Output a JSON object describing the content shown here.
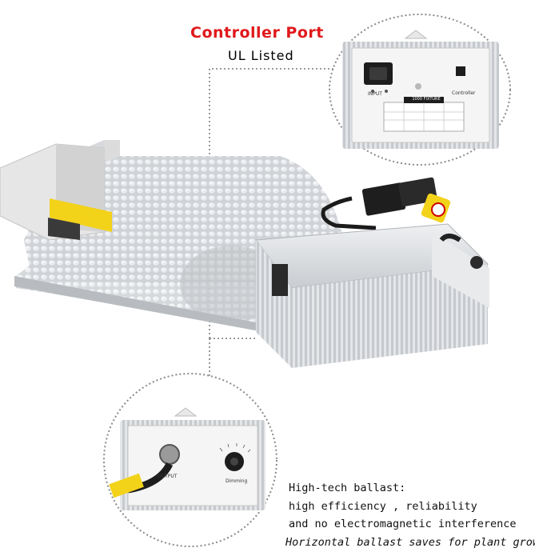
{
  "header": {
    "title": "Controller Port",
    "subtitle": "UL Listed"
  },
  "top_panel": {
    "input_label": "INPUT",
    "controller_label": "Controller",
    "fixture_label": "1000 FIXTURE"
  },
  "bottom_panel": {
    "output_label": "OUTPUT",
    "dimming_label": "Dimming"
  },
  "features": {
    "heading": "High-tech ballast:",
    "line1": "high efficiency , reliability",
    "line2": "and no electromagnetic interference",
    "line3": "Horizontal ballast saves for plant growth"
  },
  "colors": {
    "title": "#e0191b",
    "text": "#111111",
    "warning_yellow": "#f3d21a"
  }
}
